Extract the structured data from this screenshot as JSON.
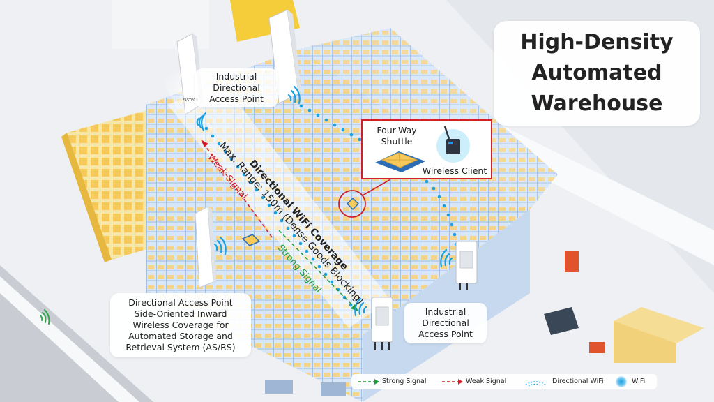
{
  "title": {
    "lines": [
      "High-Density",
      "Automated",
      "Warehouse"
    ]
  },
  "labels": {
    "ap_top": [
      "Industrial",
      "Directional",
      "Access Point"
    ],
    "ap_bottom": [
      "Industrial",
      "Directional",
      "Access Point"
    ],
    "side_ap": [
      "Directional Access Point",
      "Side-Oriented Inward",
      "Wireless Coverage for",
      "Automated Storage and",
      "Retrieval System (AS/RS)"
    ],
    "shuttle": [
      "Four-Way",
      "Shuttle"
    ],
    "client": "Wireless Client",
    "ap_brand": "FASTECH"
  },
  "annotations": {
    "coverage": "Directional WiFi Coverage",
    "range": "Max. Range: 150m (Dense Goods Blocking)",
    "weak": "Weak Signal",
    "strong": "Strong Signal"
  },
  "legend": {
    "strong": "Strong Signal",
    "weak": "Weak Signal",
    "directional": "Directional WiFi",
    "wifi": "WiFi"
  },
  "colors": {
    "wifi_blue": "#1a9fe0",
    "strong_green": "#1d9c3a",
    "weak_red": "#d0202a",
    "rack_blue": "#cfe0f5",
    "goods_yellow": "#f5c95a",
    "title_text": "#222222"
  }
}
